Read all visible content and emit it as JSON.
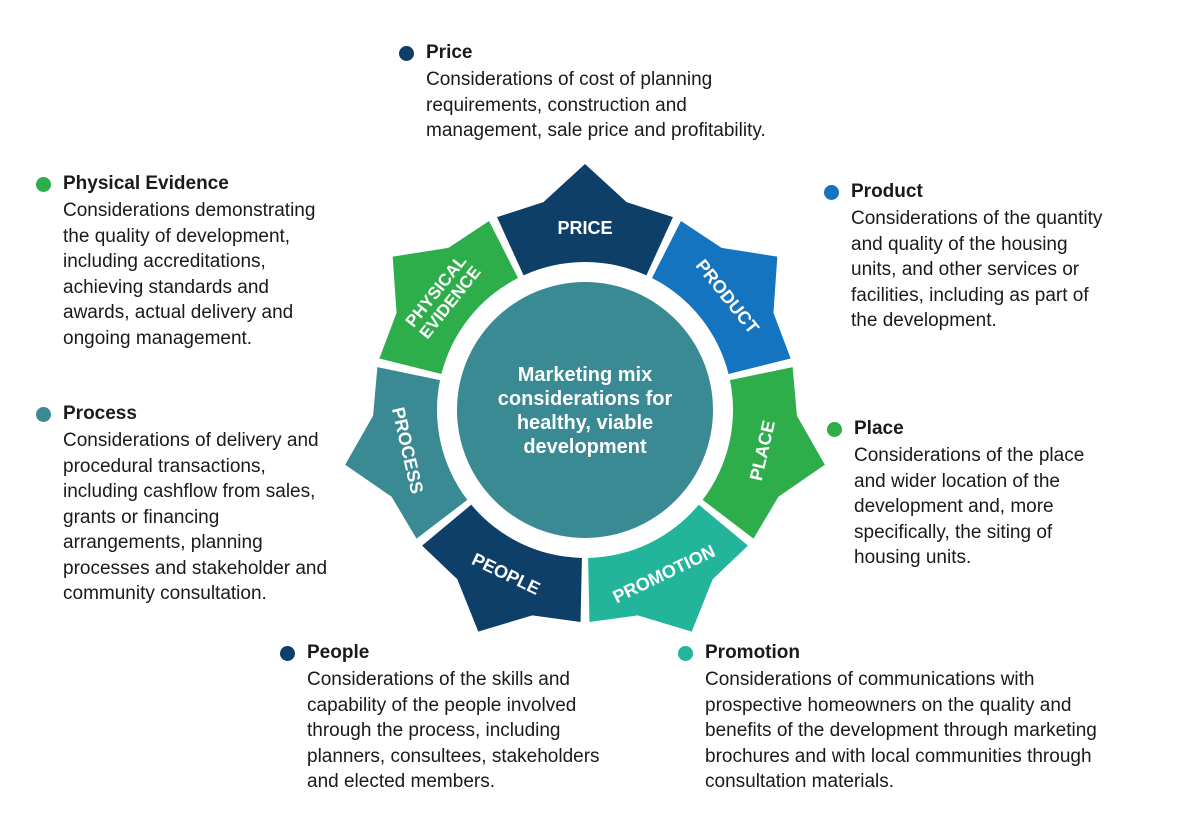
{
  "diagram": {
    "center_lines": [
      "Marketing mix",
      "considerations for",
      "healthy, viable",
      "development"
    ],
    "segments": [
      {
        "id": "price",
        "lines": [
          "PRICE"
        ],
        "color": "#0d3f69"
      },
      {
        "id": "product",
        "lines": [
          "PRODUCT"
        ],
        "color": "#1474bf"
      },
      {
        "id": "place",
        "lines": [
          "PLACE"
        ],
        "color": "#2eae4a"
      },
      {
        "id": "promotion",
        "lines": [
          "PROMOTION"
        ],
        "color": "#23b59c"
      },
      {
        "id": "people",
        "lines": [
          "PEOPLE"
        ],
        "color": "#0d3f69"
      },
      {
        "id": "process",
        "lines": [
          "PROCESS"
        ],
        "color": "#3a8a93"
      },
      {
        "id": "physical-evidence",
        "lines": [
          "PHYSICAL",
          "EVIDENCE"
        ],
        "color": "#2eae4a"
      }
    ],
    "center_color": "#3a8a93"
  },
  "descriptions": {
    "price": {
      "title": "Price",
      "color": "#0d3f69",
      "lines": [
        "Considerations of cost of planning",
        "requirements, construction and",
        "management, sale price and profitability."
      ]
    },
    "product": {
      "title": "Product",
      "color": "#1474bf",
      "lines": [
        "Considerations of the quantity",
        "and quality of the housing",
        "units, and other services or",
        "facilities, including as part of",
        "the development."
      ]
    },
    "place": {
      "title": "Place",
      "color": "#2eae4a",
      "lines": [
        "Considerations of the place",
        "and wider location of the",
        "development and, more",
        "specifically, the siting of",
        "housing units."
      ]
    },
    "promotion": {
      "title": "Promotion",
      "color": "#23b59c",
      "lines": [
        "Considerations of communications with",
        "prospective homeowners on the quality and",
        "benefits of the development through marketing",
        "brochures and with local communities through",
        "consultation materials."
      ]
    },
    "people": {
      "title": "People",
      "color": "#0d3f69",
      "lines": [
        "Considerations of the skills and",
        "capability of the people involved",
        "through the process, including",
        "planners, consultees, stakeholders",
        "and elected members."
      ]
    },
    "process": {
      "title": "Process",
      "color": "#3a8a93",
      "lines": [
        "Considerations of delivery and",
        "procedural transactions,",
        "including cashflow from sales,",
        "grants or financing",
        "arrangements, planning",
        "processes and stakeholder and",
        "community consultation."
      ]
    },
    "physical_evidence": {
      "title": "Physical Evidence",
      "color": "#2eae4a",
      "lines": [
        "Considerations demonstrating",
        "the quality of development,",
        "including accreditations,",
        "achieving standards and",
        "awards, actual delivery and",
        "ongoing management."
      ]
    }
  }
}
